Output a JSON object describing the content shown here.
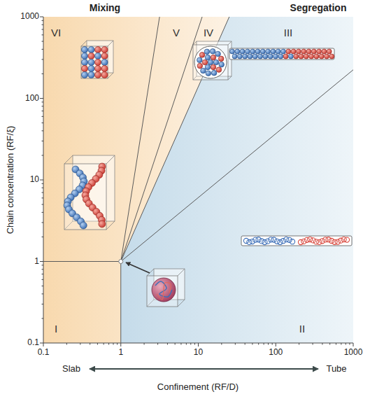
{
  "diagram": {
    "labels": [
      "Mixing",
      "Segregation",
      "1000",
      "100",
      "10",
      "1",
      "0.1",
      "VI",
      "V",
      "IV",
      "III",
      "I",
      "II",
      "0.1",
      "1",
      "10",
      "100",
      "1000",
      "Slab",
      "Tube",
      "Chain concentration (RF/ξ)",
      "Confinement (RF/D)"
    ]
  }
}
